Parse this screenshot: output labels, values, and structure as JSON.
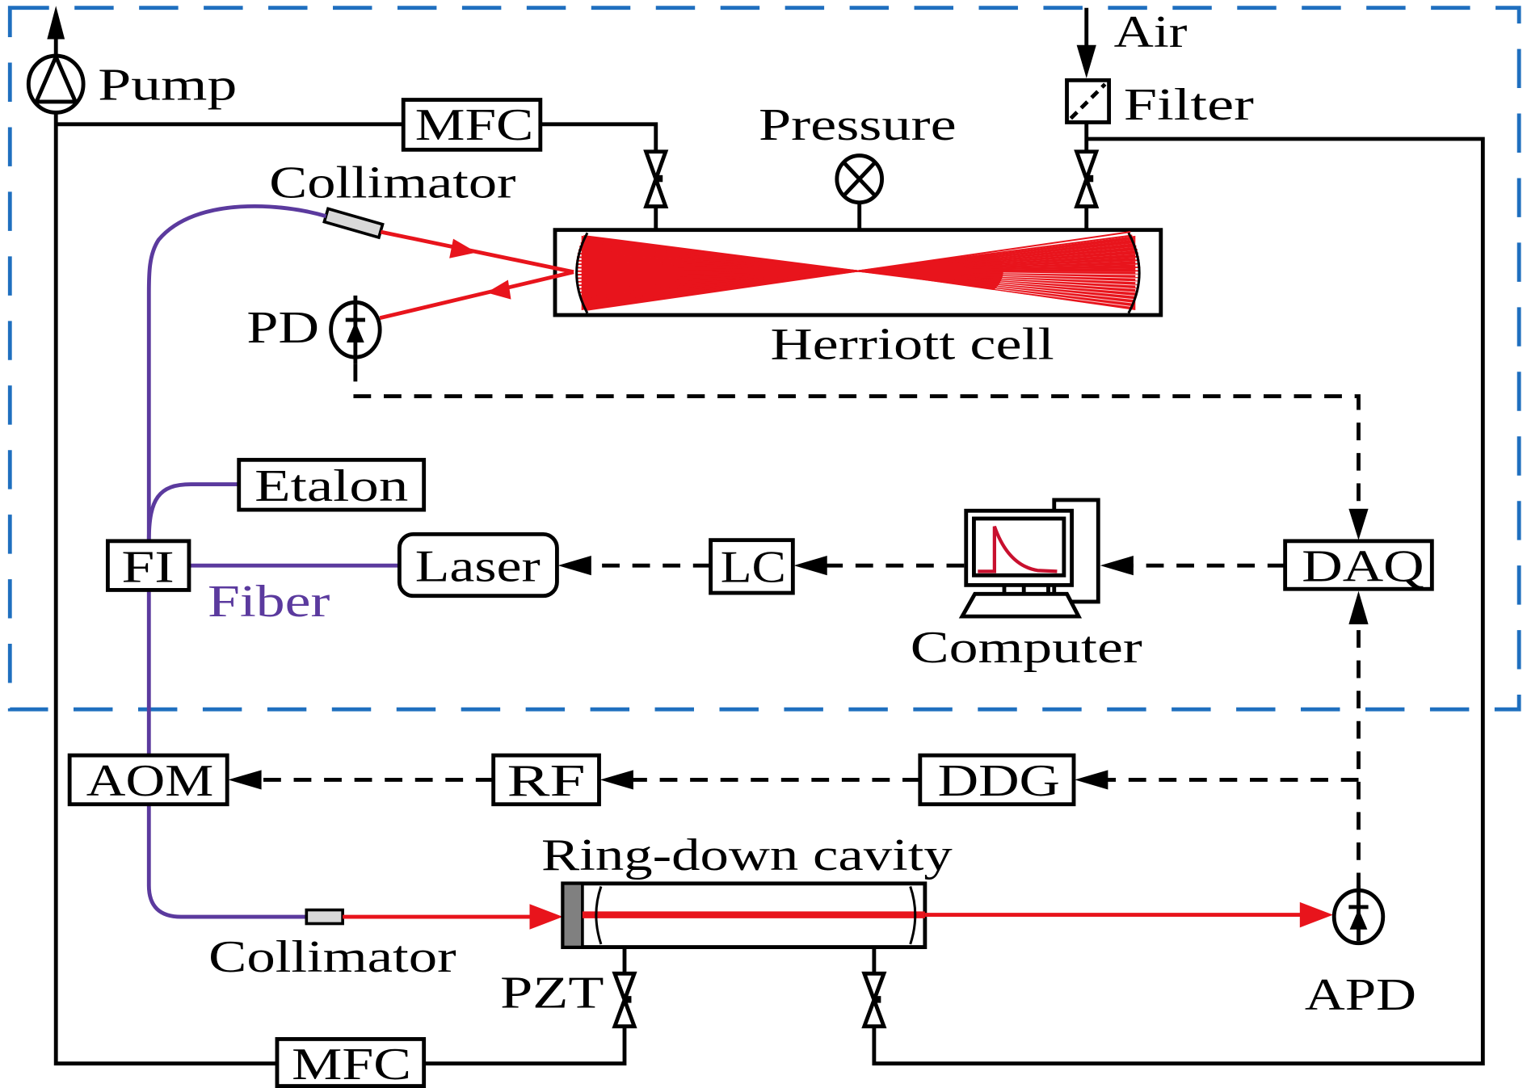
{
  "figure": {
    "gas_system": {
      "pump": "Pump",
      "mfc_top": "MFC",
      "mfc_bottom": "MFC",
      "pressure": "Pressure",
      "air": "Air",
      "filter": "Filter"
    },
    "multipass": {
      "collimator": "Collimator",
      "cell": "Herriott cell",
      "detector": "PD"
    },
    "fiber_optics": {
      "isolator": "FI",
      "etalon": "Etalon",
      "laser": "Laser",
      "fiber": "Fiber",
      "aom": "AOM"
    },
    "electronics": {
      "laser_controller": "LC",
      "computer": "Computer",
      "daq": "DAQ",
      "rf": "RF",
      "ddg": "DDG"
    },
    "crds": {
      "cavity": "Ring-down cavity",
      "collimator": "Collimator",
      "pzt": "PZT",
      "detector": "APD"
    }
  },
  "colors": {
    "ink": "#000000",
    "frame": "#1f6fbf",
    "laser": "#e8141c",
    "fiber": "#5b3a9e",
    "pzt": "#808080",
    "collimator": "#d9d9d9"
  }
}
